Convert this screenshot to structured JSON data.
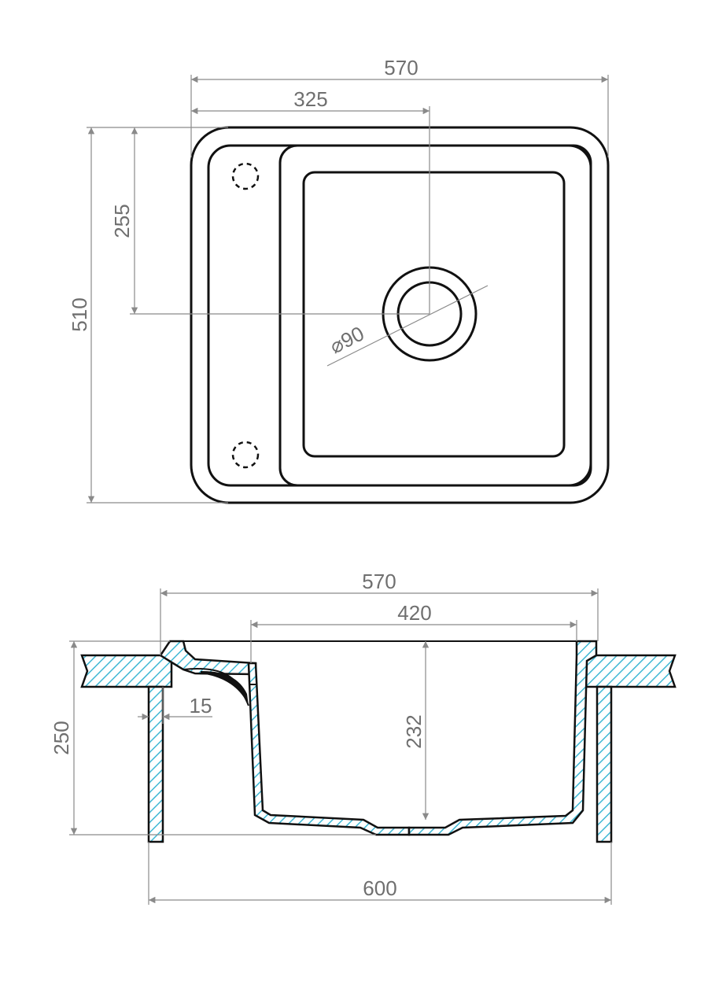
{
  "top_view": {
    "dim_width": "570",
    "dim_drain_offset_x": "325",
    "dim_drain_offset_y": "255",
    "dim_depth": "510",
    "dim_drain_diameter": "⌀90"
  },
  "section_view": {
    "dim_width": "570",
    "dim_bowl_width": "420",
    "dim_bowl_depth": "232",
    "dim_total_height": "250",
    "dim_wall_thickness": "15",
    "dim_cabinet_width": "600"
  },
  "colors": {
    "hatch": "#3fb8d4",
    "outline": "#111111",
    "dimension": "#8a8a8a"
  }
}
